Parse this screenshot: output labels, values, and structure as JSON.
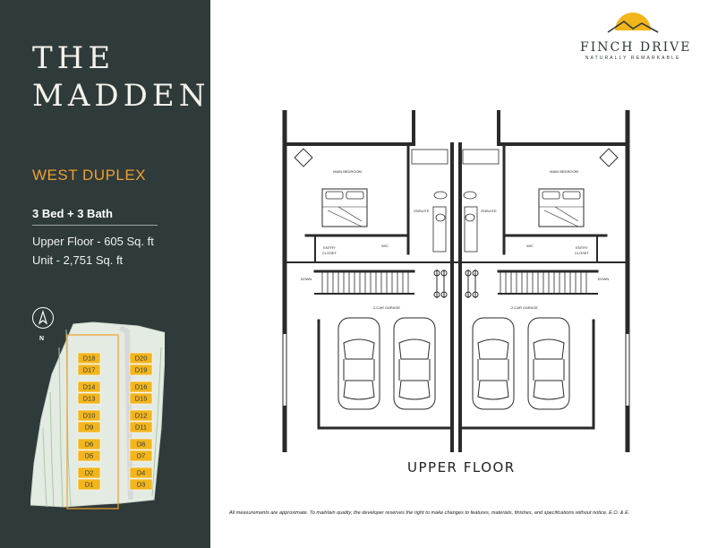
{
  "title": {
    "line1": "THE",
    "line2": "MADDEN"
  },
  "subtitle": "WEST DUPLEX",
  "rooms": "3 Bed + 3 Bath",
  "specs": {
    "upper_floor": "Upper Floor - 605 Sq. ft",
    "unit": "Unit - 2,751 Sq. ft"
  },
  "compass": {
    "north_label": "N"
  },
  "site_plan": {
    "left_column": [
      "D18",
      "D17",
      "D14",
      "D13",
      "D10",
      "D9",
      "D6",
      "D5",
      "D2",
      "D1"
    ],
    "right_column": [
      "D20",
      "D19",
      "D16",
      "D15",
      "D12",
      "D11",
      "D8",
      "D7",
      "D4",
      "D3"
    ]
  },
  "brand": {
    "name": "FINCH DRIVE",
    "tagline": "NATURALLY REMARKABLE",
    "sun_color": "#f2b51c"
  },
  "floorplan": {
    "rooms": {
      "main_bedroom": "MAIN BEDROOM",
      "ensuite": "ENSUITE",
      "wic": "WIC",
      "entry_closet_line1": "ENTRY",
      "entry_closet_line2": "CLOSET",
      "down": "DOWN",
      "garage": "2-CAR GARAGE"
    }
  },
  "floor_label": "UPPER FLOOR",
  "disclaimer": "All measurements are approximate. To maintain quality, the developer reserves the right to make changes to features, materials, finishes, and specifications without notice. E.O. & E.",
  "colors": {
    "sidebar": "#2f3a3a",
    "accent": "#f0a02e",
    "lot": "#f2b51c",
    "wall": "#2a2a2a"
  }
}
